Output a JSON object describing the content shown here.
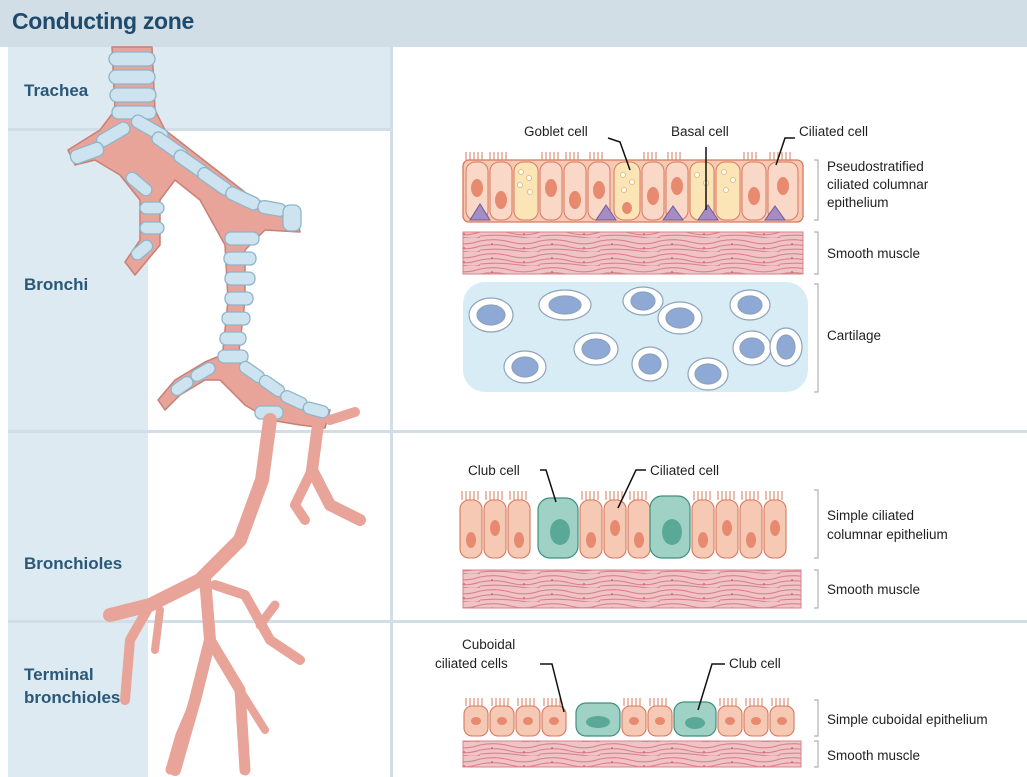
{
  "header": {
    "title": "Conducting zone"
  },
  "rows": {
    "trachea": {
      "label": "Trachea"
    },
    "bronchi": {
      "label": "Bronchi"
    },
    "bronchioles": {
      "label": "Bronchioles"
    },
    "terminal": {
      "label_line1": "Terminal",
      "label_line2": "bronchioles"
    }
  },
  "bronchi_panel": {
    "goblet_cell": "Goblet cell",
    "basal_cell": "Basal cell",
    "ciliated_cell": "Ciliated cell",
    "epithelium_line1": "Pseudostratified",
    "epithelium_line2": "ciliated columnar",
    "epithelium_line3": "epithelium",
    "smooth_muscle": "Smooth muscle",
    "cartilage": "Cartilage"
  },
  "bronchioles_panel": {
    "club_cell": "Club cell",
    "ciliated_cell": "Ciliated cell",
    "epithelium_line1": "Simple ciliated",
    "epithelium_line2": "columnar epithelium",
    "smooth_muscle": "Smooth muscle"
  },
  "terminal_panel": {
    "cuboidal_line1": "Cuboidal",
    "cuboidal_line2": "ciliated cells",
    "club_cell": "Club cell",
    "epithelium": "Simple cuboidal epithelium",
    "smooth_muscle": "Smooth muscle"
  },
  "colors": {
    "header_bg": "#d2dee5",
    "title": "#1e4b6d",
    "band": "#ddeaf1",
    "airway_pink": "#e9a49a",
    "cartilage_blue": "#c9e3ef",
    "cell_fill": "#f6c9b5",
    "cell_stroke": "#d9785b",
    "club_fill": "#9fd1c4",
    "muscle": "#d9828b"
  }
}
